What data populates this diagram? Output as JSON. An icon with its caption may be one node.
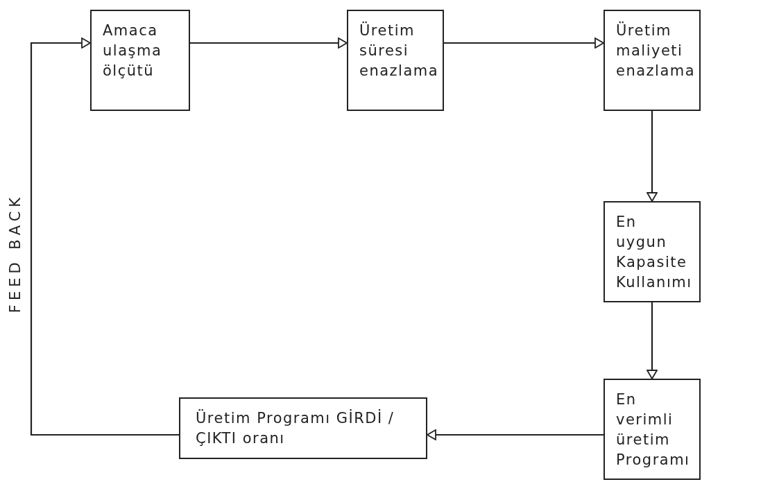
{
  "diagram": {
    "nodes": [
      {
        "text": [
          "Amaca ulaşma ölçütü"
        ]
      },
      {
        "text": [
          "Üretim süresi enazlama"
        ]
      },
      {
        "text": [
          "Üretim maliyeti enazlama"
        ]
      },
      {
        "text": [
          "En uygun Kapasite Kullanımı"
        ]
      },
      {
        "text": [
          "En verimli üretim Programı"
        ]
      },
      {
        "text": [
          "Üretim Programı GİRDİ / ÇIKTI oranı"
        ]
      }
    ],
    "edges": [
      {
        "from": 0,
        "to": 1,
        "arrow": "to"
      },
      {
        "from": 1,
        "to": 2,
        "arrow": "to"
      },
      {
        "from": 2,
        "to": 3,
        "arrow": "to"
      },
      {
        "from": 3,
        "to": 4,
        "arrow": "to"
      },
      {
        "from": 4,
        "to": 5,
        "arrow": "to"
      },
      {
        "from": 5,
        "to": 0,
        "arrow": "to",
        "label": "FEED BACK"
      }
    ]
  }
}
